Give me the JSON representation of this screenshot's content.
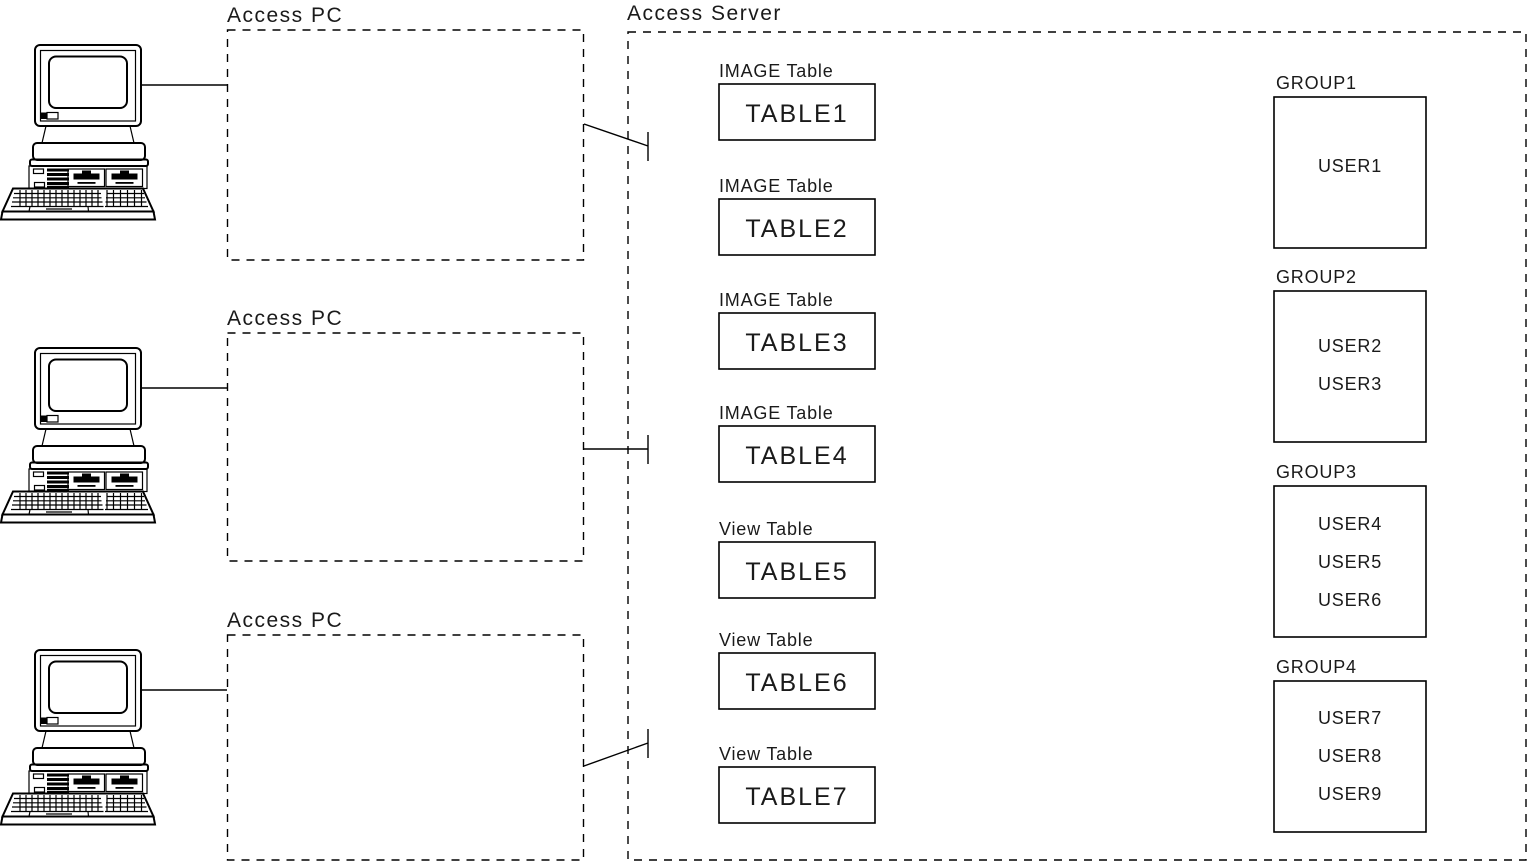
{
  "page": {
    "background": "#ffffff",
    "line_color": "#000000"
  },
  "access_pcs": [
    {
      "label": "Access PC"
    },
    {
      "label": "Access PC"
    },
    {
      "label": "Access PC"
    }
  ],
  "server": {
    "label": "Access Server",
    "tables": [
      {
        "type_label": "IMAGE Table",
        "name": "TABLE1"
      },
      {
        "type_label": "IMAGE Table",
        "name": "TABLE2"
      },
      {
        "type_label": "IMAGE Table",
        "name": "TABLE3"
      },
      {
        "type_label": "IMAGE Table",
        "name": "TABLE4"
      },
      {
        "type_label": "View Table",
        "name": "TABLE5"
      },
      {
        "type_label": "View Table",
        "name": "TABLE6"
      },
      {
        "type_label": "View Table",
        "name": "TABLE7"
      }
    ],
    "groups": [
      {
        "label": "GROUP1",
        "users": [
          "USER1"
        ]
      },
      {
        "label": "GROUP2",
        "users": [
          "USER2",
          "USER3"
        ]
      },
      {
        "label": "GROUP3",
        "users": [
          "USER4",
          "USER5",
          "USER6"
        ]
      },
      {
        "label": "GROUP4",
        "users": [
          "USER7",
          "USER8",
          "USER9"
        ]
      }
    ]
  }
}
